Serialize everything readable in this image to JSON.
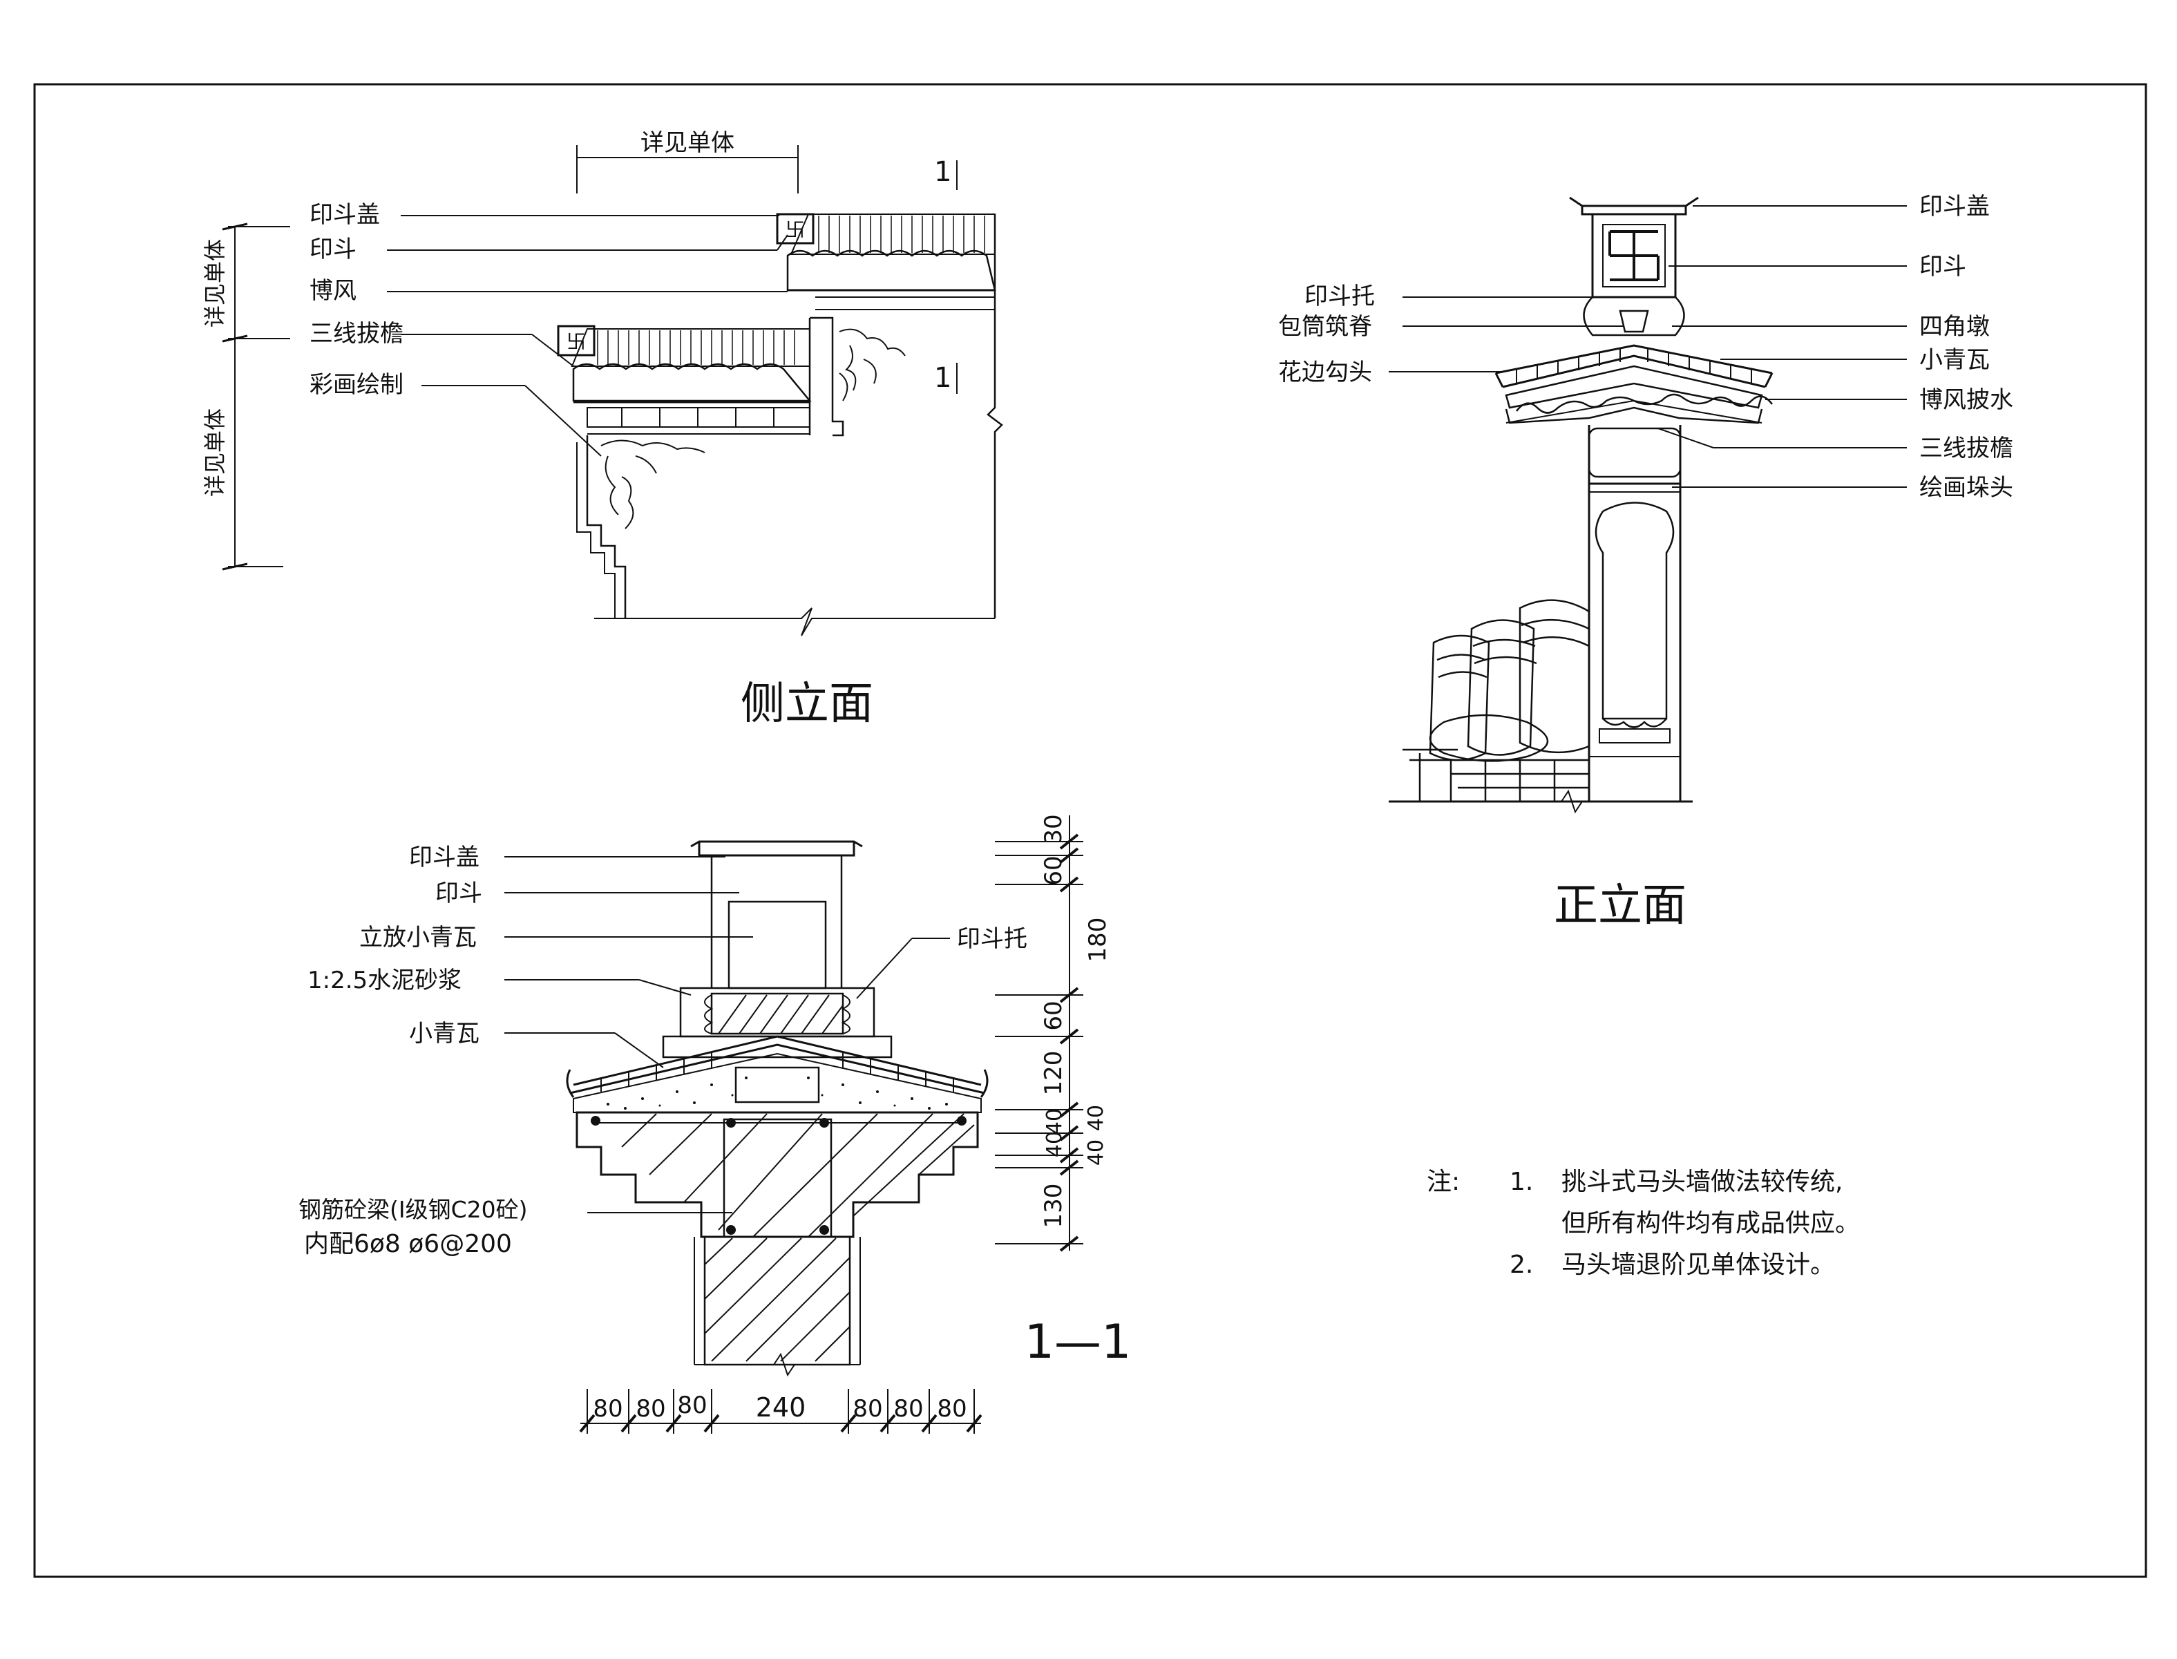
{
  "side_elevation": {
    "title": "侧立面",
    "dim_top": "详见单体",
    "dim_left_upper": "详见单体",
    "dim_left_lower": "详见单体",
    "section_mark_top": "1",
    "section_mark_bottom": "1",
    "callouts": [
      "印斗盖",
      "印斗",
      "博风",
      "三线拔檐",
      "彩画绘制"
    ]
  },
  "front_elevation": {
    "title": "正立面",
    "callouts_left": [
      "印斗托",
      "包筒筑脊",
      "花边勾头"
    ],
    "callouts_right": [
      "印斗盖",
      "印斗",
      "四角墩",
      "小青瓦",
      "博风披水",
      "三线拔檐",
      "绘画垛头"
    ]
  },
  "section_1_1": {
    "title": "1—1",
    "callouts_left": [
      "印斗盖",
      "印斗",
      "立放小青瓦",
      "1:2.5水泥砂浆",
      "小青瓦"
    ],
    "callout_right": "印斗托",
    "beam_note_line1": "钢筋砼梁(I级钢C20砼)",
    "beam_note_line2": "内配6ø8  ø6@200",
    "vertical_dims": [
      "30",
      "60",
      "180",
      "60",
      "120",
      "40",
      "40",
      "40",
      "40",
      "130"
    ],
    "horizontal_dims": [
      "80",
      "80",
      "80",
      "240",
      "80",
      "80",
      "80"
    ]
  },
  "notes": {
    "label": "注:",
    "items": [
      {
        "num": "1.",
        "lines": [
          "挑斗式马头墙做法较传统,",
          "但所有构件均有成品供应。"
        ]
      },
      {
        "num": "2.",
        "lines": [
          "马头墙退阶见单体设计。"
        ]
      }
    ]
  }
}
